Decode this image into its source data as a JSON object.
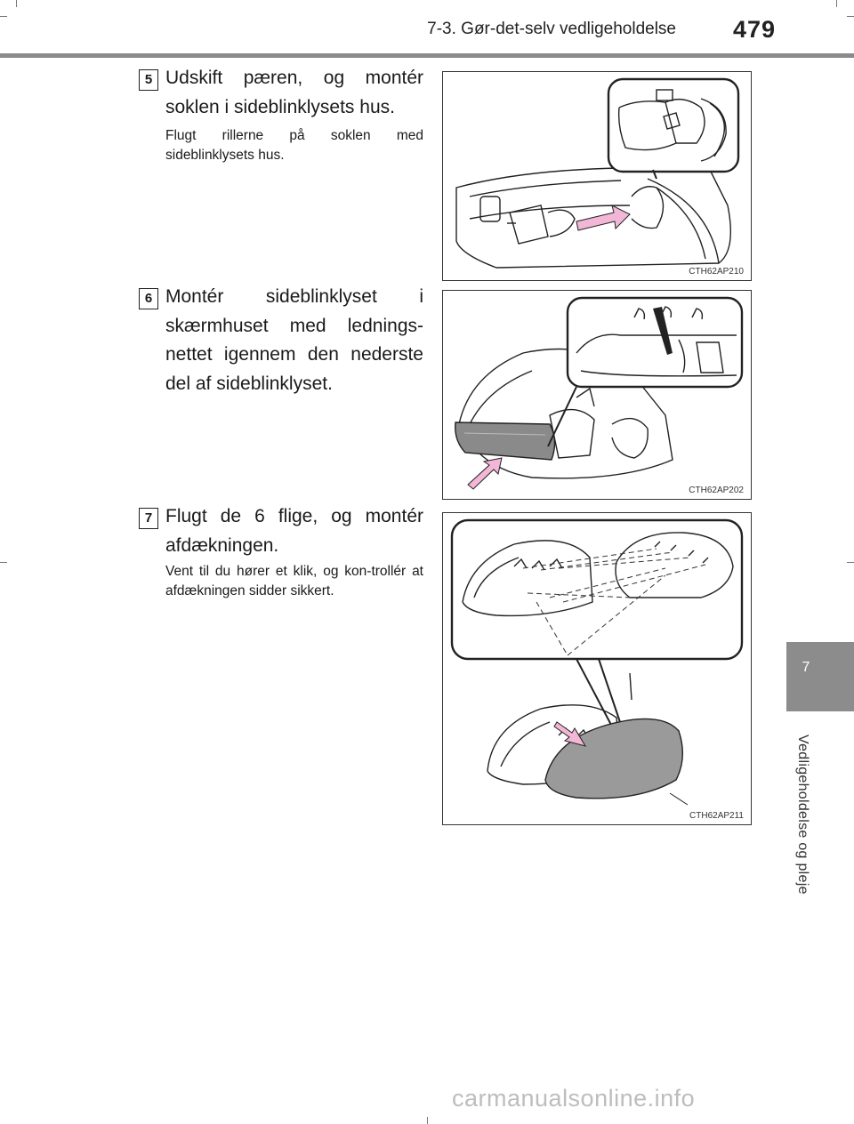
{
  "header": {
    "section_title": "7-3. Gør-det-selv vedligeholdelse",
    "page_number": "479"
  },
  "side_tab": {
    "chapter_number": "7",
    "chapter_label": "Vedligeholdelse og pleje"
  },
  "steps": [
    {
      "number": "5",
      "main_text": "Udskift pæren, og montér soklen i sideblinklysets hus.",
      "note_text": "Flugt rillerne på soklen med sideblinklysets hus.",
      "figure_code": "CTH62AP210"
    },
    {
      "number": "6",
      "main_text": "Montér sideblinklyset i skærmhuset med lednings­nettet igennem den nederste del af sideblinklyset.",
      "figure_code": "CTH62AP202"
    },
    {
      "number": "7",
      "main_text": "Flugt de 6 flige, og montér afdækningen.",
      "note_text": "Vent til du hører et klik, og kon-trollér at afdækningen sidder sikkert.",
      "figure_code": "CTH62AP211"
    }
  ],
  "watermark": "carmanualsonline.info",
  "colors": {
    "rule": "#8a8a8a",
    "tab": "#8c8c8c",
    "arrow": "#f2b6d6"
  }
}
